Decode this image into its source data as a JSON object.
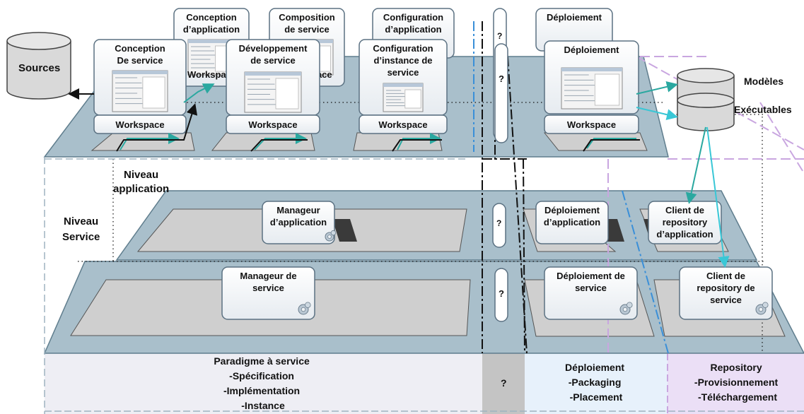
{
  "top_tools": {
    "conception_application": [
      "Conception",
      "d’application"
    ],
    "composition_service": [
      "Composition",
      "de service"
    ],
    "configuration_application": [
      "Configuration",
      "d’application"
    ],
    "deploiement_back": [
      "Déploiement"
    ],
    "conception_service": [
      "Conception",
      "De service"
    ],
    "developpement_service": [
      "Développement",
      "de service"
    ],
    "configuration_instance": [
      "Configuration",
      "d’instance de",
      "service"
    ],
    "deploiement_front": [
      "Déploiement"
    ]
  },
  "workspace_label": "Workspace",
  "workspace_partial_1": "Workspa",
  "workspace_partial_2": "pace",
  "question_mark": "?",
  "question_mark_top": "?",
  "sources_label": "Sources",
  "modeles_label": "Modèles",
  "executables_label": "Exécutables",
  "niveau_application": [
    "Niveau",
    "application"
  ],
  "niveau_service": [
    "Niveau",
    "Service"
  ],
  "service_level_boxes": {
    "manageur_application": [
      "Manageur",
      "d’application"
    ],
    "deploiement_application": [
      "Déploiement",
      "d’application"
    ],
    "client_repository_application": [
      "Client de",
      "repository",
      "d’application"
    ],
    "manageur_service": [
      "Manageur de",
      "service"
    ],
    "deploiement_service": [
      "Déploiement  de",
      "service"
    ],
    "client_repository_service": [
      "Client de",
      "repository de",
      "service"
    ]
  },
  "bottom": {
    "paradigme": [
      "Paradigme à service",
      "-Spécification",
      "-Implémentation",
      "-Instance"
    ],
    "question": "?",
    "deploiement": [
      "Déploiement",
      "-Packaging",
      "-Placement"
    ],
    "repository": [
      "Repository",
      "-Provisionnement",
      "-Téléchargement"
    ]
  },
  "colors": {
    "platform": "#a9bfcb",
    "platform_stroke": "#5f7d8d",
    "slot": "#cfcfcf",
    "box_fill": "#ffffff",
    "box_stroke": "#5b7182",
    "teal_arrow": "#2aa8a0",
    "purple_dash": "#c9a6e0",
    "blue_dash": "#3a8fd8",
    "bottom_paradigme": "#eeeef4",
    "bottom_question": "#c4c4c4",
    "bottom_deploiement": "#e7f1fb",
    "bottom_repository": "#ebdff6"
  }
}
